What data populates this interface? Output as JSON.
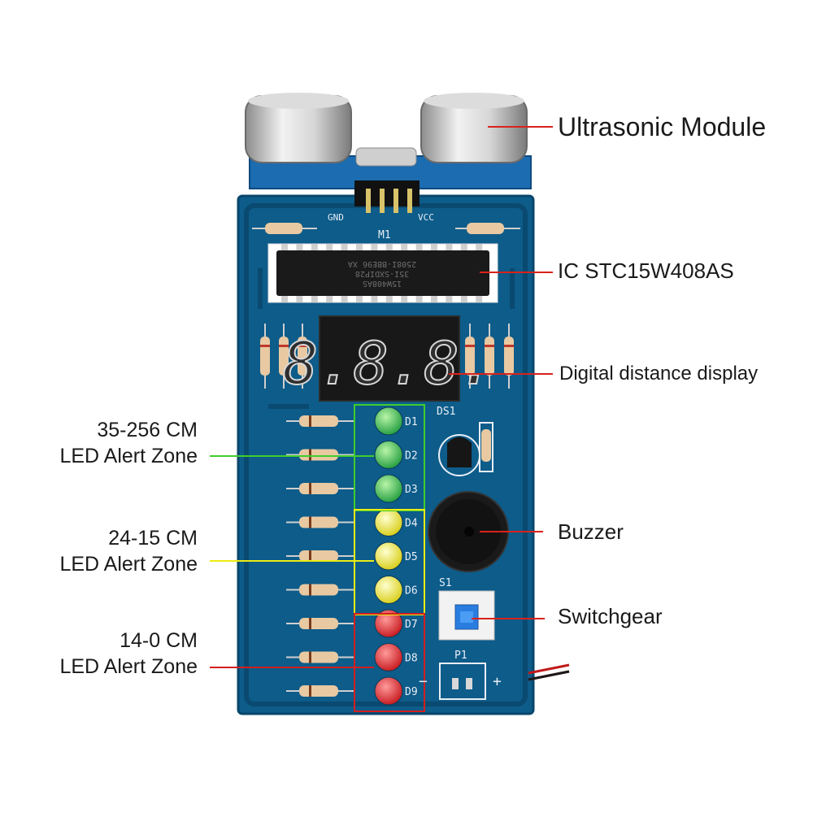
{
  "colors": {
    "pcb": "#0d5c8a",
    "pcb_dark": "#0a4a70",
    "callout": "#d9221c",
    "zone_green": "#3fce2e",
    "zone_yellow": "#ecec12",
    "zone_red": "#d41e1e",
    "led_green": "#26b34a",
    "led_yellow": "#eaea1e",
    "led_red": "#e81e1e"
  },
  "callouts": {
    "ultrasonic": "Ultrasonic Module",
    "ic": "IC STC15W408AS",
    "display": "Digital distance display",
    "buzzer": "Buzzer",
    "switch": "Switchgear"
  },
  "zones": [
    {
      "range": "35-256 CM",
      "label": "LED Alert Zone",
      "color": "zone_green"
    },
    {
      "range": "24-15 CM",
      "label": "LED Alert Zone",
      "color": "zone_yellow"
    },
    {
      "range": "14-0 CM",
      "label": "LED Alert Zone",
      "color": "zone_red"
    }
  ],
  "board": {
    "header_pins": [
      "GND",
      "VCC"
    ],
    "module_ref": "M1",
    "display_ref": "DS1",
    "switch_ref": "S1",
    "power_ref": "P1",
    "power_minus": "−",
    "power_plus": "+",
    "display_digits": "8.8.8.",
    "chip_lines": [
      "15W408AS",
      "35I-SXDIP28",
      "2508I-BBE96 XA"
    ],
    "leds": [
      {
        "ref": "D1",
        "color": "led_green"
      },
      {
        "ref": "D2",
        "color": "led_green"
      },
      {
        "ref": "D3",
        "color": "led_green"
      },
      {
        "ref": "D4",
        "color": "led_yellow"
      },
      {
        "ref": "D5",
        "color": "led_yellow"
      },
      {
        "ref": "D6",
        "color": "led_yellow"
      },
      {
        "ref": "D7",
        "color": "led_red"
      },
      {
        "ref": "D8",
        "color": "led_red"
      },
      {
        "ref": "D9",
        "color": "led_red"
      }
    ]
  }
}
